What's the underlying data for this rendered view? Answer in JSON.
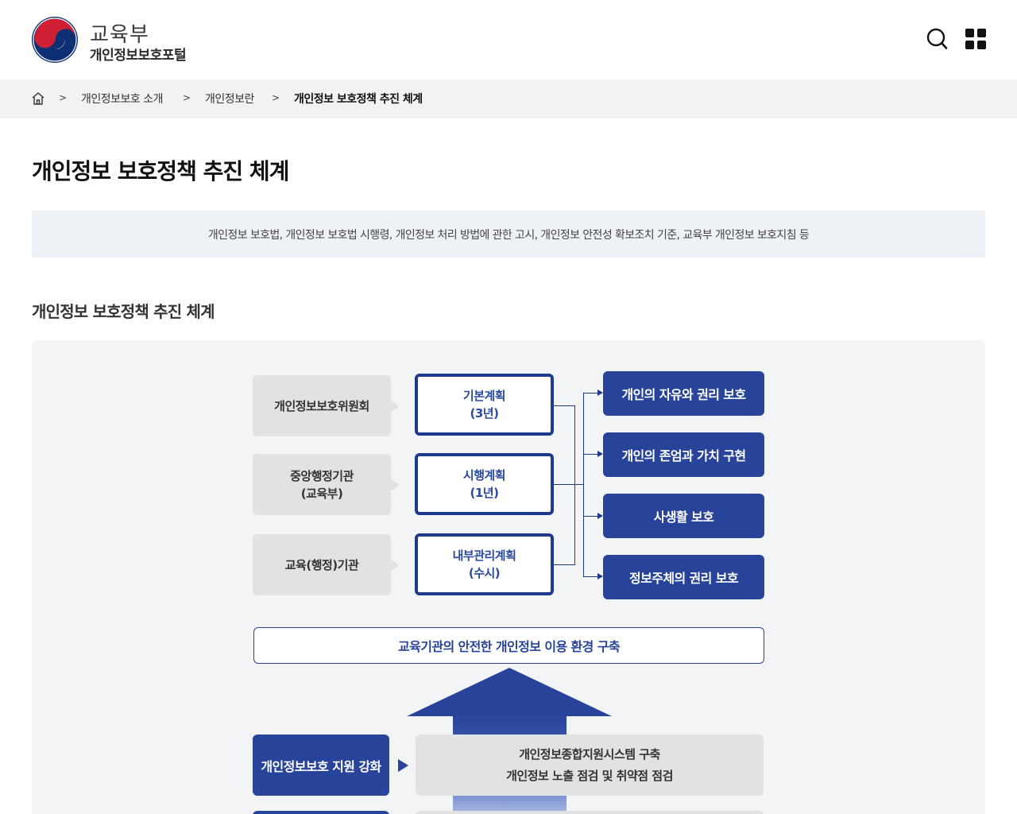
{
  "header": {
    "ministry": "교육부",
    "portal": "개인정보보호포털",
    "search_icon": "search-icon",
    "menu_icon": "grid-menu-icon"
  },
  "breadcrumb": {
    "home_icon": "home-icon",
    "items": [
      "개인정보보호 소개",
      "개인정보란",
      "개인정보 보호정책 추진 체계"
    ]
  },
  "page": {
    "title": "개인정보 보호정책 추진 체계",
    "info_text": "개인정보 보호법, 개인정보 보호법 시행령, 개인정보 처리 방법에 관한 고시, 개인정보 안전성 확보조치 기준, 교육부 개인정보 보호지침 등",
    "section_title": "개인정보 보호정책 추진 체계"
  },
  "diagram": {
    "agencies": [
      {
        "line1": "개인정보보호위원회",
        "line2": ""
      },
      {
        "line1": "중앙행정기관",
        "line2": "(교육부)"
      },
      {
        "line1": "교육(행정)기관",
        "line2": ""
      }
    ],
    "plans": [
      {
        "line1": "기본계획",
        "line2": "(3년)"
      },
      {
        "line1": "시행계획",
        "line2": "(1년)"
      },
      {
        "line1": "내부관리계획",
        "line2": "(수시)"
      }
    ],
    "goals": [
      "개인의 자유와 권리 보호",
      "개인의 존엄과 가치 구현",
      "사생활 보호",
      "정보주체의 권리 보호"
    ],
    "environment": "교육기관의 안전한 개인정보 이용 환경 구축",
    "support": {
      "label": "개인정보보호 지원 강화",
      "details": [
        "개인정보종합지원시스템 구축",
        "개인정보 노출 점검 및 취약점 점검"
      ]
    },
    "colors": {
      "primary": "#28449a",
      "plan_border": "#1e3a8f",
      "gray_box": "#e2e2e2",
      "info_bg": "#eef2f7"
    }
  }
}
